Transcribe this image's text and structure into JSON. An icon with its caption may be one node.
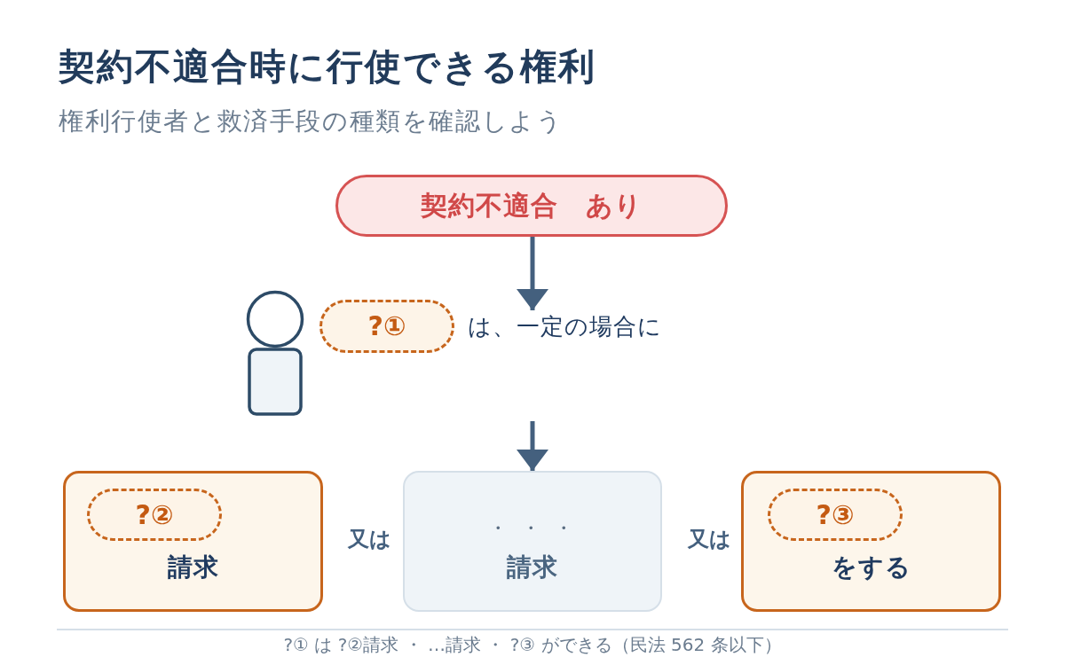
{
  "diagram": {
    "title": "契約不適合時に行使できる権利",
    "caption": "?① は ?②請求 ・ …請求 ・ ?③ ができる（民法 562 条以下）",
    "nodes": [
      {
        "text": [
          "契約不適合　あり"
        ]
      },
      {
        "text": [
          "?①"
        ]
      },
      {
        "text": [
          "は、一定の場合に"
        ]
      },
      {
        "text": [
          "請求"
        ]
      },
      {
        "text": [
          "?②"
        ],
        "in": 3
      },
      {
        "text": [
          "・ ・ ・",
          "請求"
        ]
      },
      {
        "text": [
          "をする"
        ]
      },
      {
        "text": [
          "?③"
        ],
        "in": 6
      }
    ],
    "edges": [
      {
        "from": 0,
        "to": 2,
        "arrow": "to"
      },
      {
        "from": null,
        "to": 5,
        "arrow": "to"
      }
    ],
    "labels": [
      "権利行使者と救済手段の種類を確認しよう",
      "又は",
      "又は"
    ]
  }
}
